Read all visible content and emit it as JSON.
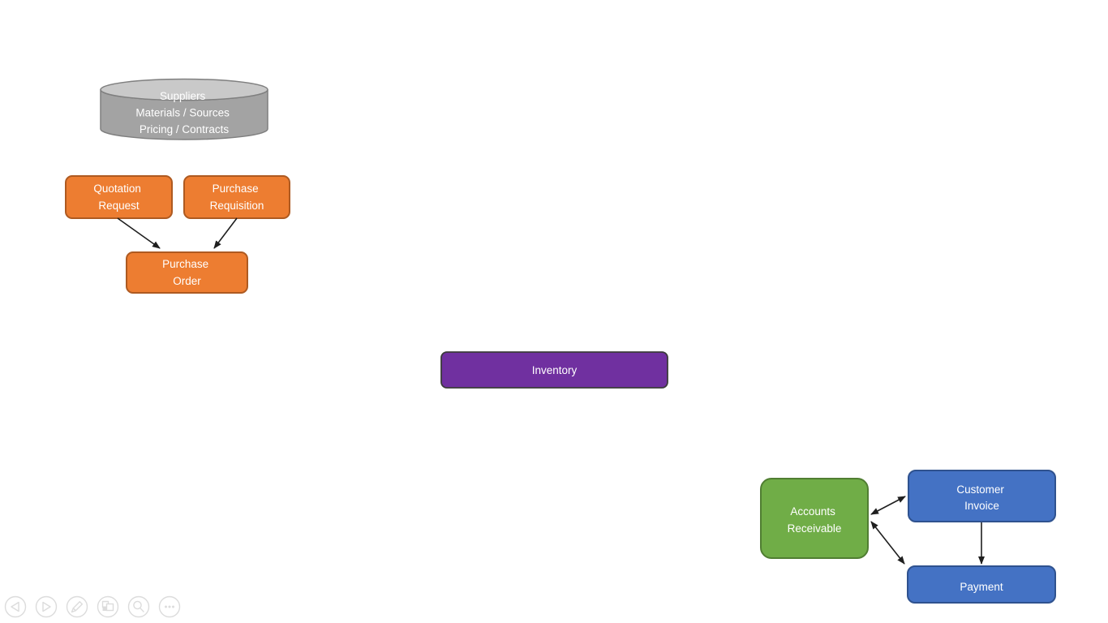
{
  "colors": {
    "background": "#FFFFFF",
    "arrow": "#1F1F1F",
    "toolbar_gray": "#DCDCDC",
    "orange_fill": "#ED7D31",
    "orange_stroke": "#AE5A21",
    "purple_fill": "#7030A0",
    "purple_stroke": "#3B3B3B",
    "green_fill": "#70AD47",
    "green_stroke": "#507E32",
    "blue_fill": "#4472C4",
    "blue_stroke": "#2F528F",
    "cylinder_fill": "#A3A3A3",
    "cylinder_top_fill": "#C9C9C9",
    "cylinder_stroke": "#7F7F7F",
    "label_text": "#FFFFFF"
  },
  "cylinder": {
    "line1": "Suppliers",
    "line2": "Materials / Sources",
    "line3": "Pricing / Contracts",
    "fill": "#A3A3A3",
    "top_fill": "#C9C9C9"
  },
  "nodes": {
    "quotation_request": {
      "line1": "Quotation",
      "line2": "Request",
      "fill": "#ED7D31"
    },
    "purchase_requisition": {
      "line1": "Purchase",
      "line2": "Requisition",
      "fill": "#ED7D31"
    },
    "purchase_order": {
      "line1": "Purchase",
      "line2": "Order",
      "fill": "#ED7D31"
    },
    "inventory": {
      "label": "Inventory",
      "fill": "#7030A0"
    },
    "accounts_receivable": {
      "line1": "Accounts",
      "line2": "Receivable",
      "fill": "#70AD47"
    },
    "customer_invoice": {
      "line1": "Customer",
      "line2": "Invoice",
      "fill": "#4472C4"
    },
    "payment": {
      "label": "Payment",
      "fill": "#4472C4"
    }
  },
  "connections": [
    {
      "from": "quotation_request",
      "to": "purchase_order",
      "direction": "one-way"
    },
    {
      "from": "purchase_requisition",
      "to": "purchase_order",
      "direction": "one-way"
    },
    {
      "from": "accounts_receivable",
      "to": "customer_invoice",
      "direction": "two-way"
    },
    {
      "from": "accounts_receivable",
      "to": "payment",
      "direction": "two-way"
    },
    {
      "from": "customer_invoice",
      "to": "payment",
      "direction": "one-way"
    }
  ],
  "toolbar": {
    "buttons": [
      {
        "name": "previous-slide"
      },
      {
        "name": "next-slide"
      },
      {
        "name": "pen-annotate"
      },
      {
        "name": "see-all-slides"
      },
      {
        "name": "zoom"
      },
      {
        "name": "more-options"
      }
    ]
  }
}
